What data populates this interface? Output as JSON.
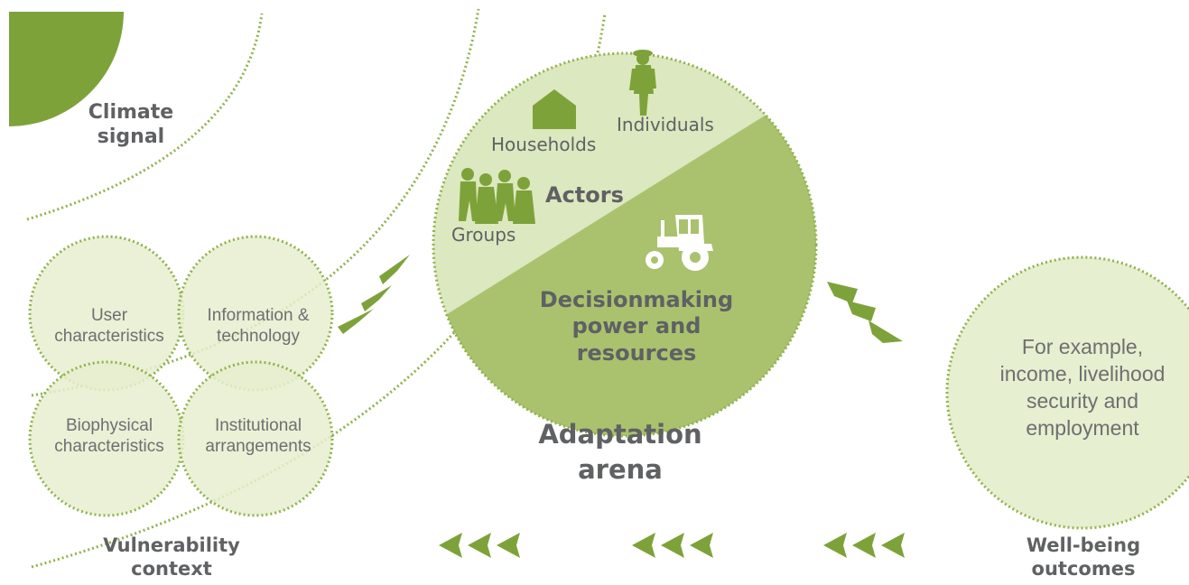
{
  "climate": {
    "label_line1": "Climate",
    "label_line2": "signal"
  },
  "vulnerability": {
    "label_line1": "Vulnerability",
    "label_line2": "context",
    "factors": [
      {
        "line1": "User",
        "line2": "characteristics"
      },
      {
        "line1": "Information &",
        "line2": "technology"
      },
      {
        "line1": "Biophysical",
        "line2": "characteristics"
      },
      {
        "line1": "Institutional",
        "line2": "arrangements"
      }
    ]
  },
  "arena": {
    "title_line1": "Adaptation",
    "title_line2": "arena",
    "actors_label": "Actors",
    "households": "Households",
    "individuals": "Individuals",
    "groups": "Groups",
    "decision_line1": "Decisionmaking",
    "decision_line2": "power and",
    "decision_line3": "resources"
  },
  "outcomes": {
    "label_line1": "Well-being",
    "label_line2": "outcomes",
    "example_line1": "For example,",
    "example_line2": "income, livelihood",
    "example_line3": "security and",
    "example_line4": "employment"
  },
  "colors": {
    "dark_green": "#7ea23a",
    "mid_green": "#aac26e",
    "light_green": "#dce8bf",
    "pale_green": "#e6efcf",
    "dotted_line": "#8fb24a",
    "text_dark": "#5f6163",
    "text_gray": "#6d6f71"
  },
  "icons": [
    "house-icon",
    "farmer-icon",
    "group-people-icon",
    "tractor-icon",
    "arrow-chevrons-icon"
  ]
}
